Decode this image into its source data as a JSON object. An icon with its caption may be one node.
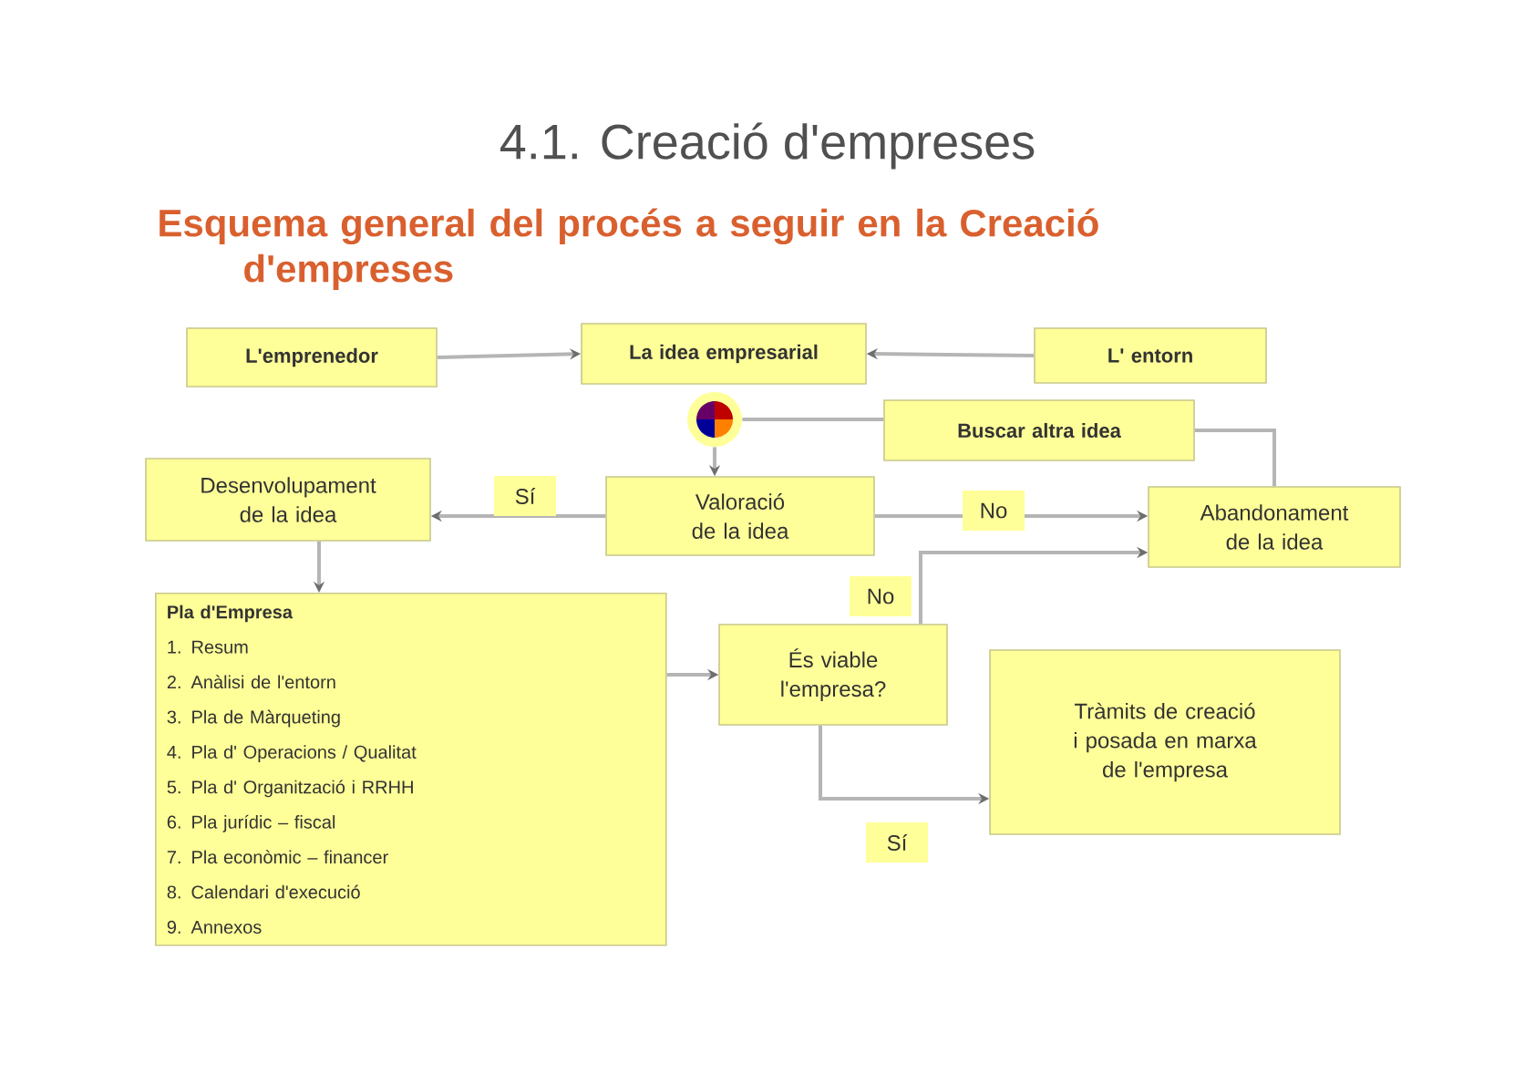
{
  "diagram": {
    "title": "4.1. Creació d'empreses",
    "nodes": [
      {
        "text": [
          "L'emprenedor"
        ]
      },
      {
        "text": [
          "La idea empresarial"
        ]
      },
      {
        "text": [
          "L' entorn"
        ]
      },
      {
        "text": [],
        "shape": "picture"
      },
      {
        "text": [
          "Buscar altra idea"
        ]
      },
      {
        "text": [
          "Desenvolupament de la idea"
        ]
      },
      {
        "text": [
          "Valoració de la idea"
        ]
      },
      {
        "text": [
          "Abandonament de la idea"
        ]
      },
      {
        "text": [
          "Pla d'Empresa",
          "1. Resum",
          "2. Anàlisi de l'entorn",
          "3. Pla de Màrqueting",
          "4. Pla d' Operacions / Qualitat",
          "5. Pla d' Organització i RRHH",
          "6. Pla jurídic – fiscal",
          "7. Pla econòmic – financer",
          "8. Calendari d'execució",
          "9. Annexos"
        ]
      },
      {
        "text": [
          "És viable l'empresa?"
        ]
      },
      {
        "text": [
          "Tràmits de creació i posada en marxa de l'empresa"
        ]
      }
    ],
    "edges": [
      {
        "from": 0,
        "to": 1,
        "arrow": "to"
      },
      {
        "from": 2,
        "to": 1,
        "arrow": "to"
      },
      {
        "from": 3,
        "to": 6,
        "arrow": "to"
      },
      {
        "from": 4,
        "to": 3,
        "arrow": "none"
      },
      {
        "from": 7,
        "to": 4,
        "arrow": "none"
      },
      {
        "from": 6,
        "to": 5,
        "arrow": "to",
        "label": "Sí"
      },
      {
        "from": 6,
        "to": 7,
        "arrow": "to",
        "label": "No"
      },
      {
        "from": 9,
        "to": 7,
        "arrow": "to",
        "label": "No"
      },
      {
        "from": 5,
        "to": 8,
        "arrow": "to"
      },
      {
        "from": 8,
        "to": 9,
        "arrow": "to"
      },
      {
        "from": 9,
        "to": 10,
        "arrow": "to",
        "label": "Sí"
      }
    ],
    "labels": [
      "Esquema general del procés a seguir en la Creació d'empreses"
    ]
  }
}
